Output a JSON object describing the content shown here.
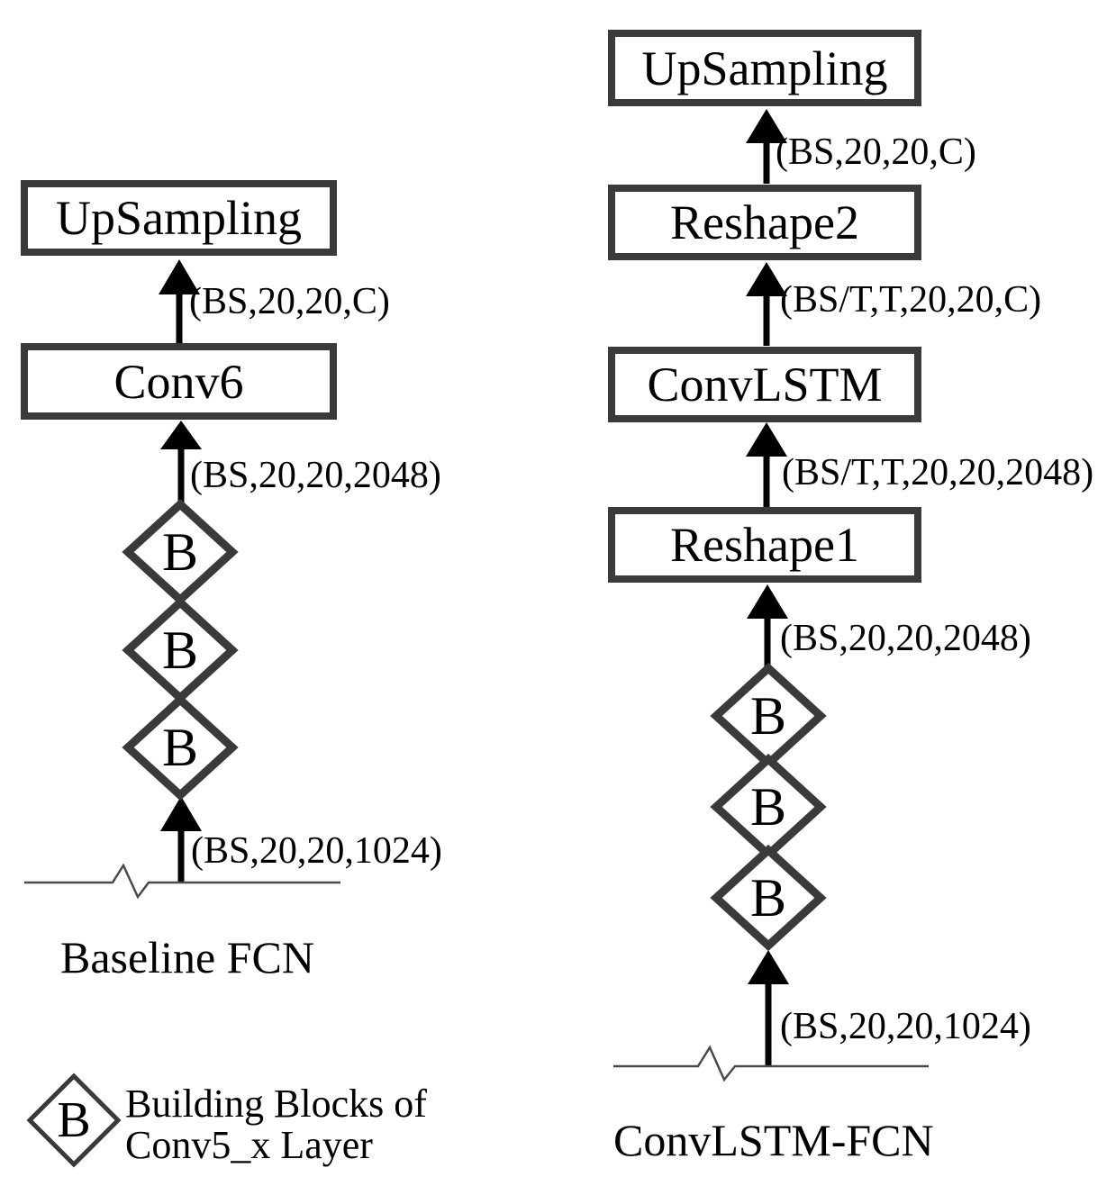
{
  "colors": {
    "box_border": "#3a3a3a",
    "diamond_border": "#3a3a3a",
    "arrow": "#000000",
    "break_line": "#4a4a4a",
    "text": "#000000",
    "background": "#ffffff"
  },
  "baseline": {
    "title": "Baseline FCN",
    "boxes": [
      {
        "label": "UpSampling"
      },
      {
        "label": "Conv6"
      }
    ],
    "dim_labels": [
      {
        "text": "(BS,20,20,C)"
      },
      {
        "text": "(BS,20,20,2048)"
      },
      {
        "text": "(BS,20,20,1024)"
      }
    ],
    "block_letter": "B",
    "block_count": 3
  },
  "convlstm": {
    "title": "ConvLSTM-FCN",
    "boxes": [
      {
        "label": "UpSampling"
      },
      {
        "label": "Reshape2"
      },
      {
        "label": "ConvLSTM"
      },
      {
        "label": "Reshape1"
      }
    ],
    "dim_labels": [
      {
        "text": "(BS,20,20,C)"
      },
      {
        "text": "(BS/T,T,20,20,C)"
      },
      {
        "text": "(BS/T,T,20,20,2048)"
      },
      {
        "text": "(BS,20,20,2048)"
      },
      {
        "text": "(BS,20,20,1024)"
      }
    ],
    "block_letter": "B",
    "block_count": 3
  },
  "legend": {
    "symbol": "B",
    "label_line1": "Building Blocks of",
    "label_line2": "Conv5_x Layer"
  }
}
